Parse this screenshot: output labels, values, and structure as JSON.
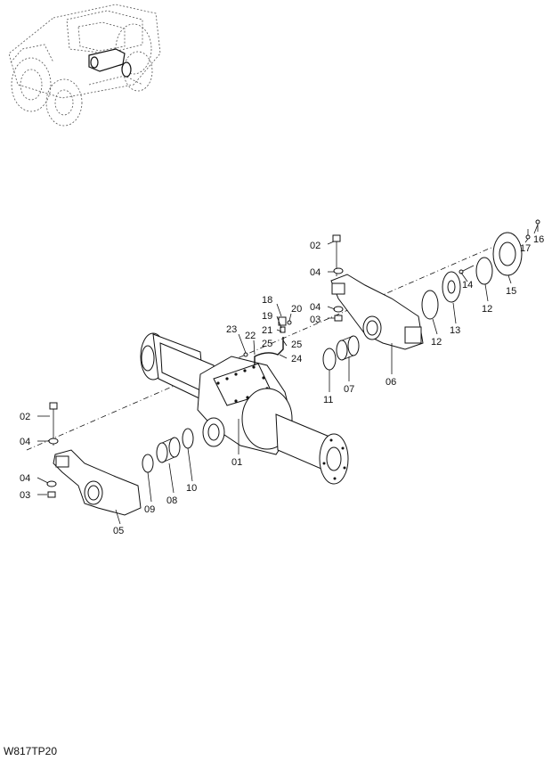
{
  "drawing_code": "W817TP20",
  "callouts": {
    "c01": "01",
    "c02a": "02",
    "c02b": "02",
    "c03a": "03",
    "c03b": "03",
    "c04a": "04",
    "c04b": "04",
    "c04c": "04",
    "c04d": "04",
    "c05": "05",
    "c06": "06",
    "c07": "07",
    "c08": "08",
    "c09": "09",
    "c10": "10",
    "c11": "11",
    "c12a": "12",
    "c12b": "12",
    "c13": "13",
    "c14": "14",
    "c15": "15",
    "c16": "16",
    "c17": "17",
    "c18": "18",
    "c19": "19",
    "c20": "20",
    "c21": "21",
    "c22": "22",
    "c23": "23",
    "c24": "24",
    "c25a": "25",
    "c25b": "25"
  }
}
